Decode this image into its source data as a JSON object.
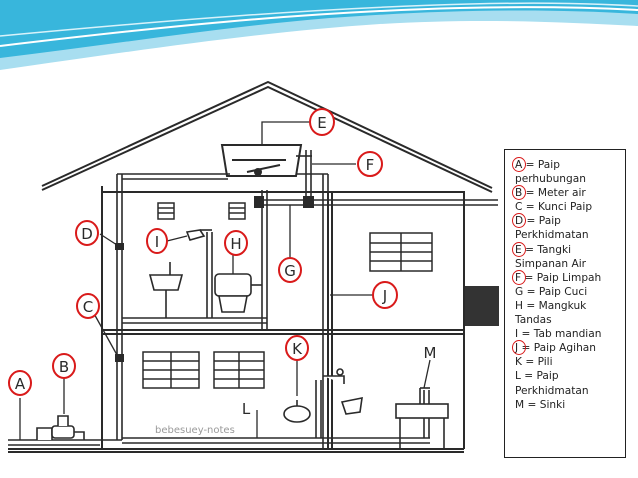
{
  "labels": {
    "A": "A",
    "B": "B",
    "C": "C",
    "D": "D",
    "E": "E",
    "F": "F",
    "G": "G",
    "H": "H",
    "I": "I",
    "J": "J",
    "K": "K",
    "M": "M",
    "L": "L"
  },
  "watermark": "bebesuey-notes",
  "legend": [
    {
      "key": "A",
      "text": "= Paip perhubungan",
      "circled": true
    },
    {
      "key": "B",
      "text": "= Meter air",
      "circled": true
    },
    {
      "key": "C",
      "text": "= Kunci Paip",
      "circled": false
    },
    {
      "key": "D",
      "text": "= Paip Perkhidmatan",
      "circled": true
    },
    {
      "key": "E",
      "text": "= Tangki Simpanan Air",
      "circled": true
    },
    {
      "key": "F",
      "text": "= Paip Limpah",
      "circled": true
    },
    {
      "key": "G",
      "text": "= Paip Cuci",
      "circled": false
    },
    {
      "key": "H",
      "text": "= Mangkuk Tandas",
      "circled": false
    },
    {
      "key": "I",
      "text": "= Tab mandian",
      "circled": false
    },
    {
      "key": "J",
      "text": "= Paip Agihan",
      "circled": true
    },
    {
      "key": "K",
      "text": "= Pili",
      "circled": false
    },
    {
      "key": "L",
      "text": "= Paip Perkhidmatan",
      "circled": false
    },
    {
      "key": "M",
      "text": "= Sinki",
      "circled": false
    }
  ],
  "colors": {
    "accent": "#d91a1a",
    "banner": "#38b6dc",
    "ink": "#2a2a2a"
  }
}
